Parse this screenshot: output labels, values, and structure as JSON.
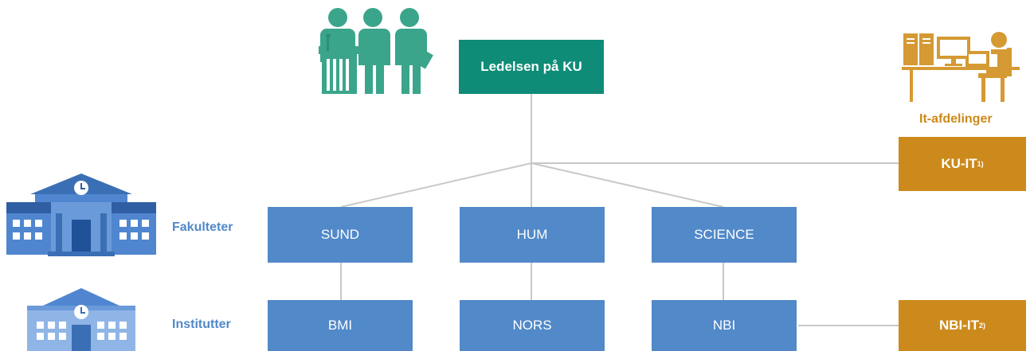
{
  "management": {
    "label": "Ledelsen på KU"
  },
  "it_departments": {
    "heading": "It-afdelinger",
    "central": {
      "label": "KU-IT",
      "note": "1)"
    },
    "local": {
      "label": "NBI-IT",
      "note": "2)"
    }
  },
  "levels": {
    "faculties_label": "Fakulteter",
    "institutes_label": "Institutter"
  },
  "faculties": [
    {
      "label": "SUND"
    },
    {
      "label": "HUM"
    },
    {
      "label": "SCIENCE"
    }
  ],
  "institutes": [
    {
      "label": "BMI"
    },
    {
      "label": "NORS"
    },
    {
      "label": "NBI"
    }
  ],
  "colors": {
    "management": "#0e8c77",
    "unit": "#5189c9",
    "it": "#cc8a1c",
    "connector": "#c8c8c8"
  }
}
